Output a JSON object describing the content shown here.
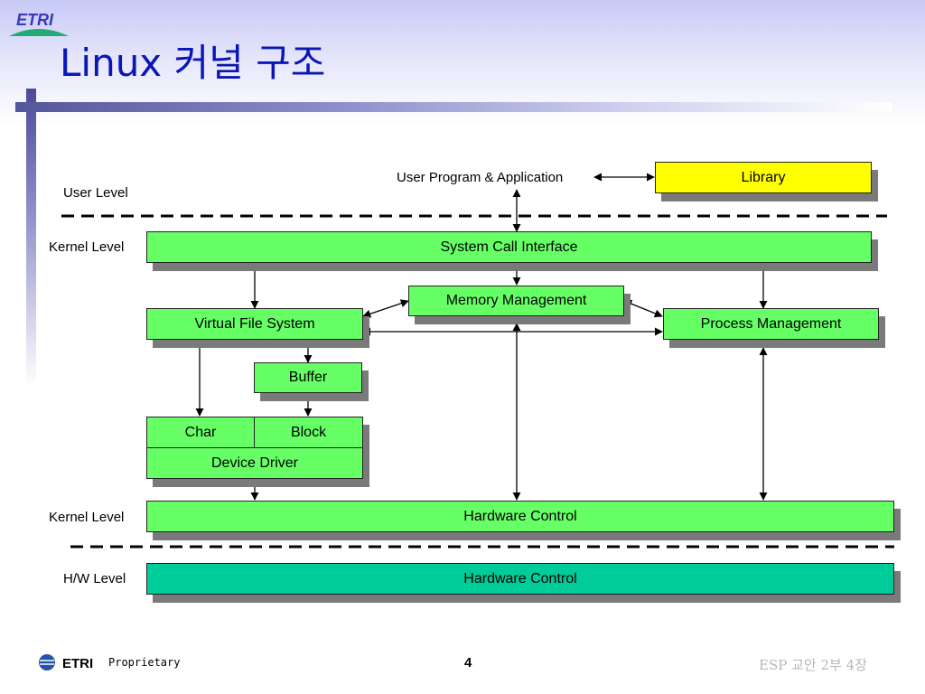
{
  "header": {
    "logo_text": "ETRI",
    "title": "Linux 커널 구조"
  },
  "levels": {
    "user": "User Level",
    "kernel_1": "Kernel Level",
    "kernel_2": "Kernel Level",
    "hw": "H/W Level"
  },
  "nodes": {
    "user_program": "User Program & Application",
    "library": "Library",
    "syscall": "System Call Interface",
    "memory": "Memory Management",
    "vfs": "Virtual File System",
    "process": "Process Management",
    "buffer": "Buffer",
    "char": "Char",
    "block": "Block",
    "device_driver": "Device Driver",
    "hw_control_kernel": "Hardware Control",
    "hw_control_hw": "Hardware Control"
  },
  "colors": {
    "module_fill": "#66ff66",
    "library_fill": "#ffff00",
    "hardware_fill": "#00cc99",
    "title_color": "#0a16b6"
  },
  "footer": {
    "logo_text": "ETRI",
    "proprietary": "Proprietary",
    "page_number": "4",
    "right_text": "ESP 교안 2부 4장"
  }
}
